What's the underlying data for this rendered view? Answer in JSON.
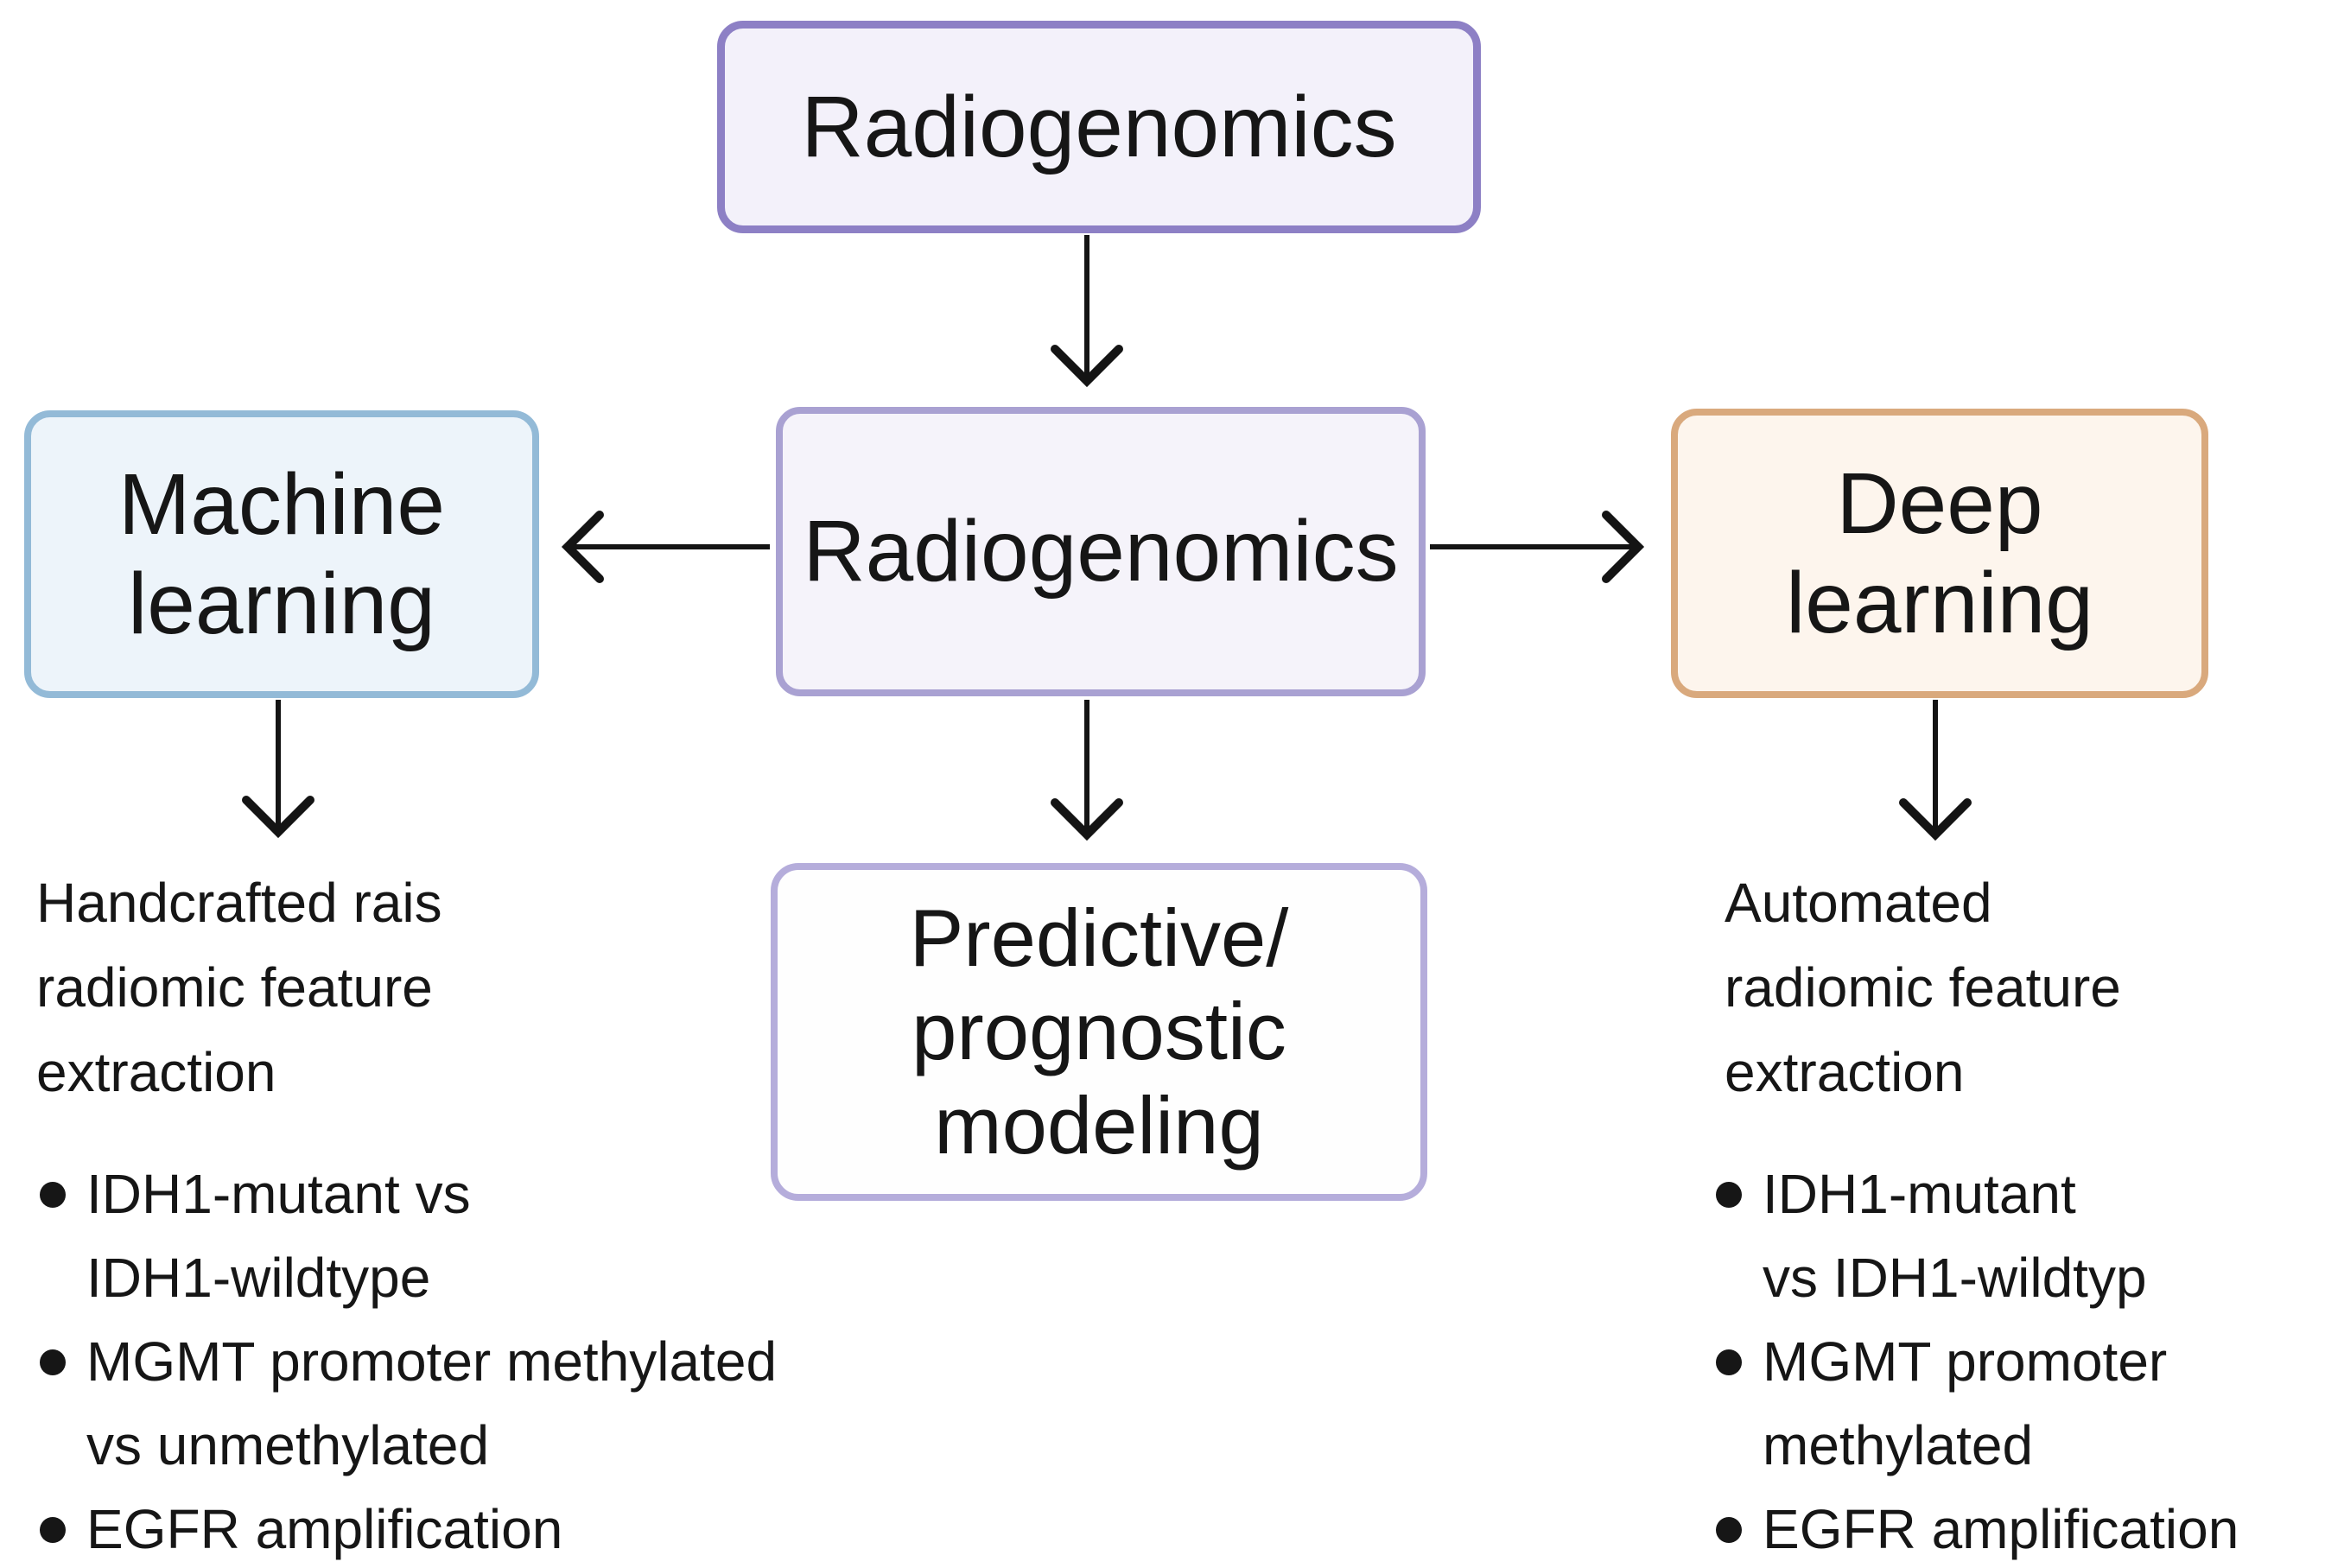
{
  "boxes": {
    "top": {
      "label": "Radiogenomics"
    },
    "center": {
      "label": "Radiogenomics"
    },
    "machine_learning": {
      "label_lines": [
        "Machine",
        "learning"
      ]
    },
    "deep_learning": {
      "label_lines": [
        "Deep",
        "learning"
      ]
    },
    "predictive": {
      "label_lines": [
        "Predictive/",
        "prognostic",
        "modeling"
      ]
    }
  },
  "ml_section": {
    "heading_lines": [
      "Handcrafted rais",
      "radiomic feature",
      "extraction"
    ],
    "bullets": [
      {
        "lines": [
          "IDH1-mutant vs",
          "IDH1-wildtype"
        ]
      },
      {
        "lines": [
          "MGMT promoter methylated",
          "vs unmethylated"
        ]
      },
      {
        "lines": [
          "EGFR amplification"
        ]
      }
    ]
  },
  "dl_section": {
    "heading_lines": [
      "Automated",
      "radiomic feature",
      "extraction"
    ],
    "bullets": [
      {
        "lines": [
          "IDH1-mutant",
          "vs IDH1-wildtyp"
        ]
      },
      {
        "lines": [
          "MGMT promoter",
          "methylated"
        ]
      },
      {
        "lines": [
          "EGFR amplification"
        ]
      }
    ]
  },
  "colors": {
    "top_box_border": "#8d80c5",
    "top_box_fill": "#f3f1fa",
    "center_box_border": "#a9a1d2",
    "center_box_fill": "#f5f3fa",
    "ml_box_border": "#93bad7",
    "ml_box_fill": "#edf4fa",
    "dl_box_border": "#d9a97d",
    "dl_box_fill": "#fdf5ed",
    "pred_box_border": "#b5addb",
    "pred_box_fill": "#fefefe",
    "arrow": "#141414",
    "text": "#161616",
    "background": "#ffffff"
  }
}
